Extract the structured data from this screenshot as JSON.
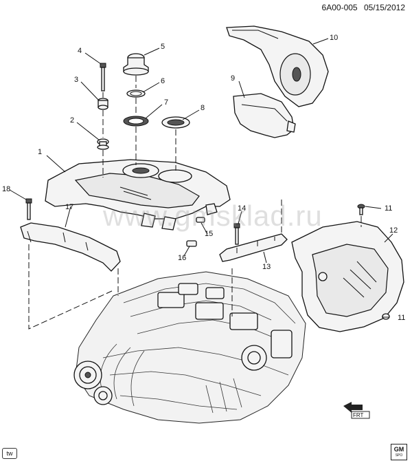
{
  "header": {
    "code": "6A00-005",
    "date": "05/15/2012"
  },
  "watermark": "www.gmsklad.ru",
  "badge": "tw",
  "logo": {
    "text": "GM",
    "subtext": "SPO"
  },
  "front_marker": "FRT",
  "callouts": [
    {
      "id": "c1",
      "label": "1"
    },
    {
      "id": "c2",
      "label": "2"
    },
    {
      "id": "c3",
      "label": "3"
    },
    {
      "id": "c4",
      "label": "4"
    },
    {
      "id": "c5",
      "label": "5"
    },
    {
      "id": "c6",
      "label": "6"
    },
    {
      "id": "c7",
      "label": "7"
    },
    {
      "id": "c8",
      "label": "8"
    },
    {
      "id": "c9",
      "label": "9"
    },
    {
      "id": "c10",
      "label": "10"
    },
    {
      "id": "c11a",
      "label": "11"
    },
    {
      "id": "c11b",
      "label": "11"
    },
    {
      "id": "c12",
      "label": "12"
    },
    {
      "id": "c13",
      "label": "13"
    },
    {
      "id": "c14",
      "label": "14"
    },
    {
      "id": "c15",
      "label": "15"
    },
    {
      "id": "c16",
      "label": "16"
    },
    {
      "id": "c17",
      "label": "17"
    },
    {
      "id": "c18",
      "label": "18"
    }
  ]
}
